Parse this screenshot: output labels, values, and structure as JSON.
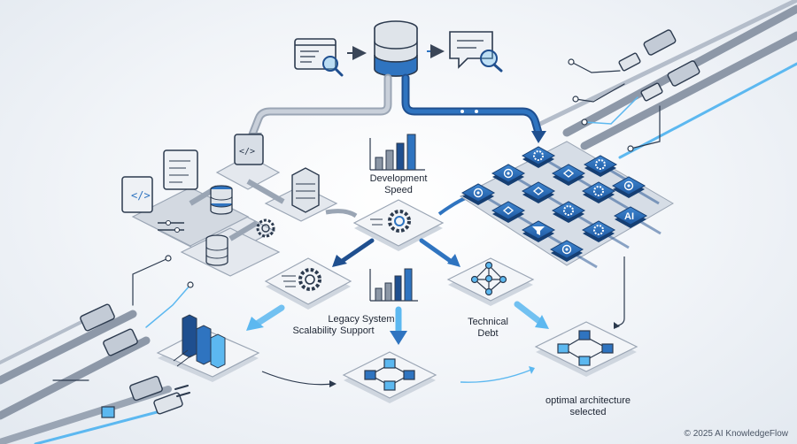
{
  "labels": {
    "development_speed": [
      "Development",
      "Speed"
    ],
    "legacy_system_support": "Legacy System",
    "scalability": "Scalability",
    "support": "Support",
    "technical_debt": [
      "Technical",
      "Debt"
    ],
    "optimal_architecture_selected": [
      "optimal architecture",
      "selected"
    ]
  },
  "ai_tile_text": "AI",
  "copyright": "© 2025 AI KnowledgeFlow",
  "colors": {
    "primary_blue": "#2f74c0",
    "dark_blue": "#1f4f8f",
    "light_blue": "#5cb8f0",
    "tile_gray": "#e4e8ee",
    "tile_edge": "#c4cbd5",
    "stroke": "#2c3a4e"
  },
  "icons": [
    "browser-search-icon",
    "database-icon",
    "chat-search-icon",
    "code-window-icon",
    "server-icon",
    "gear-icon",
    "bar-chart-icon",
    "network-graph-icon",
    "filter-icon",
    "cable-connector-icon",
    "plug-icon"
  ]
}
